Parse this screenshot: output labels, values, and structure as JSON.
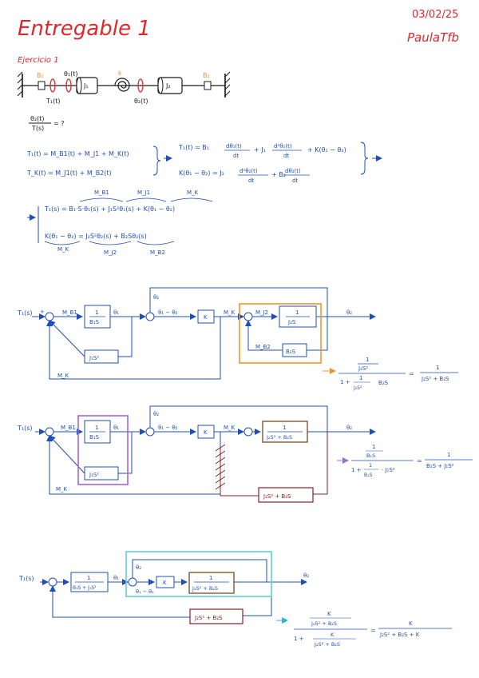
{
  "header": {
    "title": "Entregable 1",
    "date": "03/02/25",
    "signature": "PaulaTfb",
    "exercise": "Ejercicio 1"
  },
  "colors": {
    "red": "#e0282c",
    "orange": "#f0962a",
    "blue": "#1f4fb6",
    "dark": "#1a1a1a",
    "purple": "#a566d8",
    "teal": "#5fd0d8",
    "darkred": "#8a1f24",
    "cyan": "#26b3d6",
    "brown": "#7a4a22"
  },
  "mech": {
    "b1": "B₁",
    "b2": "B₂",
    "theta1": "θ₁(t)",
    "theta2": "θ₂(t)",
    "torque": "T₁(t)",
    "j1": "J₁",
    "j2": "J₂",
    "spring": "k"
  },
  "tf": {
    "num": "θ₂(t)",
    "den": "T(s)",
    "tail": "= ?"
  },
  "time_eq": {
    "left1": "T₁(t) = M_B1(t) + M_J1 + M_K(t)",
    "left2": "T_K(t) = M_J1(t) + M_B2(t)",
    "r1a": "T₁(t) = B₁",
    "r1num": "dθ₁(t)",
    "r1den": "dt",
    "r1b": "+ J₁",
    "r1num2": "d²θ₁(t)",
    "r1den2": "dt",
    "r1c": "+ K(θ₁ − θ₂)",
    "r2a": "K(θ₁ − θ₂) = J₂",
    "r2num": "d²θ₂(t)",
    "r2den": "dt",
    "r2b": "+ B₂",
    "r2num2": "dθ₂(t)",
    "r2den2": "dt"
  },
  "laplace": {
    "eq1": "T₁(s) = B₁·S·θ₁(s) + J₁S²θ₁(s) + K(θ₁ − θ₂)",
    "lab_mb1": "M_B1",
    "lab_mj1": "M_J1",
    "lab_mk": "M_K",
    "eq2": "K(θ₁ − θ₂) = J₂S²θ₂(s) + B₂Sθ₂(s)",
    "lab_mk2": "M_K",
    "lab_mj2": "M_J2",
    "lab_mb2": "M_B2"
  },
  "d1": {
    "input": "T₁(s)",
    "plus": "+",
    "minus": "−",
    "mb1": "M_B1",
    "blk1_num": "1",
    "blk1_den": "B₁S",
    "th1": "θ₁",
    "th2_top": "θ₂",
    "sum_out": "θ₁ − θ₂",
    "k": "K",
    "mk": "M_K",
    "mj2": "M_J2",
    "blk2_num": "1",
    "blk2_den": "J₂S",
    "out": "θ₂",
    "mb2": "M_B2",
    "fb_b2": "B₂S",
    "fb_j1": "J₁S²",
    "mk_bottom": "M_K",
    "res_num_num": "1",
    "res_num_den": "J₂S²",
    "res_den_a": "1 +",
    "res_den_num": "1",
    "res_den_den": "J₂S²",
    "res_den_b": "B₂S",
    "res_eq": "=",
    "res_rhs_num": "1",
    "res_rhs_den": "J₂S² + B₂S"
  },
  "d2": {
    "input": "T₁(s)",
    "mb1": "M_B1",
    "blk1_num": "1",
    "blk1_den": "B₁S",
    "th1": "θ₁",
    "th2_top": "θ₂",
    "sum_out": "θ₁ − θ₂",
    "k": "K",
    "mk": "M_K",
    "blk2_num": "1",
    "blk2_den": "J₂S² + B₂S",
    "out": "θ₂",
    "fb_j1": "J₁S²",
    "mk_bottom": "M_K",
    "fb_b": "J₂S² + B₂S",
    "res_num_num": "1",
    "res_num_den": "B₁S",
    "res_den_a": "1 +",
    "res_den_num": "1",
    "res_den_den": "B₁S",
    "res_den_b": "· J₁S²",
    "res_eq": "=",
    "res_rhs_num": "1",
    "res_rhs_den": "B₁S + J₁S²"
  },
  "d3": {
    "input": "T₁(s)",
    "blk1_num": "1",
    "blk1_den": "B₁S + J₁S²",
    "th1": "θ₁",
    "th2_top": "θ₂",
    "sum_out": "θ₁ − θ₂",
    "k": "K",
    "blk2_num": "1",
    "blk2_den": "J₂S² + B₂S",
    "out": "θ₂",
    "fb": "J₂S² + B₂S",
    "res_num_num": "K",
    "res_num_den": "J₂S² + B₂S",
    "res_den_a": "1 +",
    "res_den_num": "K",
    "res_den_den": "J₂S² + B₂S",
    "res_eq": "=",
    "res_rhs_num": "K",
    "res_rhs_den": "J₂S² + B₂S + K"
  }
}
